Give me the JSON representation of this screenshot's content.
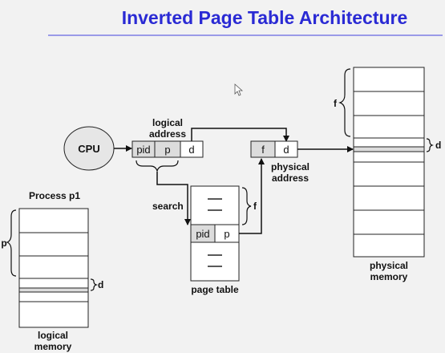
{
  "title": "Inverted Page Table Architecture",
  "cpu": {
    "label": "CPU"
  },
  "logical_address": {
    "caption_line1": "logical",
    "caption_line2": "address",
    "fields": [
      "pid",
      "p",
      "d"
    ]
  },
  "physical_address": {
    "caption_line1": "physical",
    "caption_line2": "address",
    "fields": [
      "f",
      "d"
    ]
  },
  "search_label": "search",
  "page_table": {
    "caption": "page table",
    "entry_fields": [
      "pid",
      "p"
    ],
    "index_label": "f"
  },
  "physical_memory": {
    "caption_line1": "physical",
    "caption_line2": "memory",
    "frame_label": "f",
    "offset_label": "d"
  },
  "process": {
    "title": "Process p1",
    "page_label": "p",
    "offset_label": "d",
    "caption_line1": "logical",
    "caption_line2": "memory"
  },
  "colors": {
    "title": "#2a2ad4",
    "title_rule": "#9a9ae8",
    "highlight_cell": "#dcdcdc",
    "cpu_fill": "#e6e6e6"
  }
}
